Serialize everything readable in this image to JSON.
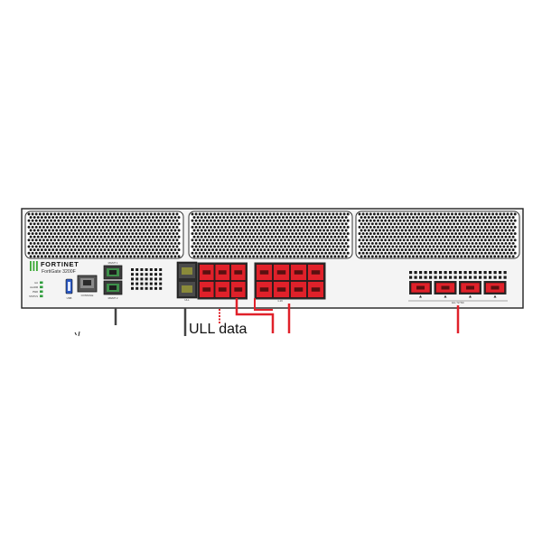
{
  "device": {
    "brand": "FORTINET",
    "model": "FortiGate 3200F",
    "status_leds": [
      "HA",
      "ALARM",
      "PWR",
      "STATUS"
    ],
    "port_labels": {
      "usb": "USB",
      "console": "CONSOLE",
      "mgmt1": "MGMT 1",
      "mgmt2": "MGMT 2",
      "ull": "ULL",
      "data_group": "1-16",
      "right_group": "HA / SYNC"
    }
  },
  "annotations": {
    "ull_data": "ULL data"
  },
  "colors": {
    "chassis_fill": "#f4f4f4",
    "chassis_stroke": "#222222",
    "vent": "#1a1a1a",
    "port_red": "#e0212a",
    "port_dark": "#2b2b2b",
    "cable_red": "#e0212a",
    "cable_grey": "#444444",
    "brand_green": "#3aa935",
    "led_green": "#2e9c3b"
  }
}
